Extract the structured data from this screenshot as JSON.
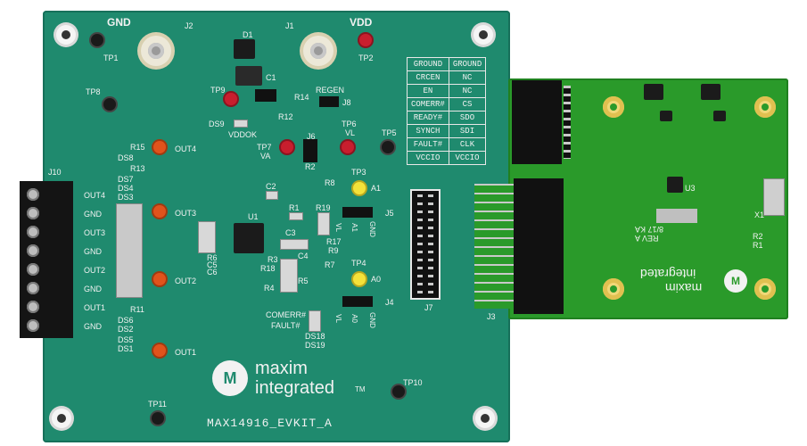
{
  "main_board": {
    "labels": {
      "gnd": "GND",
      "vdd": "VDD",
      "j1": "J1",
      "j2": "J2",
      "tp1": "TP1",
      "tp2": "TP2",
      "tp3": "TP3",
      "tp4": "TP4",
      "tp5": "TP5",
      "tp6": "TP6",
      "tp7": "TP7",
      "tp8": "TP8",
      "tp9": "TP9",
      "tp10": "TP10",
      "tp11": "TP11",
      "d1": "D1",
      "c1": "C1",
      "c2": "C2",
      "c3": "C3",
      "c4": "C4",
      "regen": "REGEN",
      "j8": "J8",
      "r14": "R14",
      "r12": "R12",
      "ds9": "DS9",
      "vddok": "VDDOK",
      "j6": "J6",
      "r2": "R2",
      "vl": "VL",
      "va": "VA",
      "r8": "R8",
      "r1": "R1",
      "r19": "R19",
      "r17": "R17",
      "r9": "R9",
      "r7": "R7",
      "r3": "R3",
      "r18": "R18",
      "r4": "R4",
      "r5": "R5",
      "r6": "R6",
      "c5": "C5",
      "c6": "C6",
      "u1": "U1",
      "a1": "A1",
      "a0": "A0",
      "j5": "J5",
      "j4": "J4",
      "j5_vl": "VL",
      "j5_a1": "A1",
      "j5_gnd": "GND",
      "j4_vl": "VL",
      "j4_a0": "A0",
      "j4_gnd": "GND",
      "j7": "J7",
      "j3": "J3",
      "j10": "J10",
      "out1": "OUT1",
      "out2": "OUT2",
      "out3": "OUT3",
      "out4": "OUT4",
      "r15": "R15",
      "r13": "R13",
      "r11": "R11",
      "ds8": "DS8",
      "ds7": "DS7",
      "ds4": "DS4",
      "ds3": "DS3",
      "ds6": "DS6",
      "ds2": "DS2",
      "ds5": "DS5",
      "ds1": "DS1",
      "comerr": "COMERR#",
      "fault": "FAULT#",
      "ds18": "DS18",
      "ds19": "DS19",
      "model": "MAX14916_EVKIT_A"
    },
    "terminal_labels": [
      "OUT4",
      "GND",
      "OUT3",
      "GND",
      "OUT2",
      "GND",
      "OUT1",
      "GND"
    ],
    "pin_table": [
      [
        "GROUND",
        "GROUND"
      ],
      [
        "CRCEN",
        "NC"
      ],
      [
        "EN",
        "NC"
      ],
      [
        "COMERR#",
        "CS"
      ],
      [
        "READY#",
        "SDO"
      ],
      [
        "SYNCH",
        "SDI"
      ],
      [
        "FAULT#",
        "CLK"
      ],
      [
        "VCCIO",
        "VCCIO"
      ]
    ],
    "logo": {
      "mark": "M",
      "line1": "maxim",
      "line2": "integrated",
      "tm": "TM"
    }
  },
  "daughter_board": {
    "logo": {
      "mark": "M",
      "line1": "maxim",
      "line2": "integrated"
    },
    "rev": "REV A",
    "date": "8/17 KA",
    "labels": {
      "u3": "U3",
      "x1": "X1",
      "r1": "R1",
      "r2": "R2"
    }
  }
}
